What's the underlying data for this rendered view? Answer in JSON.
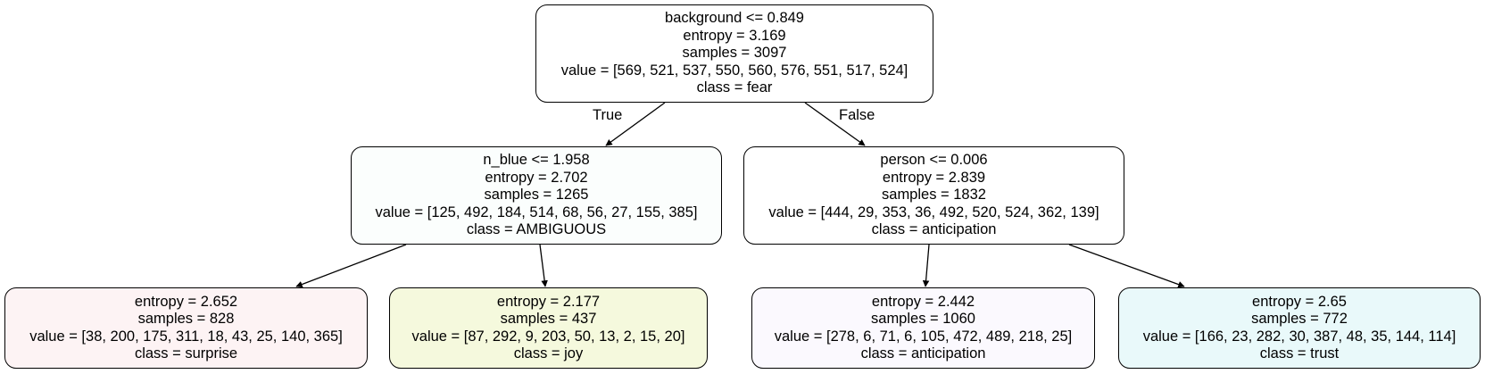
{
  "nodes": [
    {
      "id": "root",
      "color": "#ffffff",
      "lines": [
        "background <= 0.849",
        "entropy = 3.169",
        "samples = 3097",
        "value = [569, 521, 537, 550, 560, 576, 551, 517, 524]",
        "class = fear"
      ]
    },
    {
      "id": "left",
      "color": "#fbfefd",
      "lines": [
        "n_blue <= 1.958",
        "entropy = 2.702",
        "samples = 1265",
        "value = [125, 492, 184, 514, 68, 56, 27, 155, 385]",
        "class = AMBIGUOUS"
      ]
    },
    {
      "id": "right",
      "color": "#ffffff",
      "lines": [
        "person <= 0.006",
        "entropy = 2.839",
        "samples = 1832",
        "value = [444, 29, 353, 36, 492, 520, 524, 362, 139]",
        "class = anticipation"
      ]
    },
    {
      "id": "leaf1",
      "color": "#fdf3f4",
      "lines": [
        "entropy = 2.652",
        "samples = 828",
        "value = [38, 200, 175, 311, 18, 43, 25, 140, 365]",
        "class = surprise"
      ]
    },
    {
      "id": "leaf2",
      "color": "#f5f9dd",
      "lines": [
        "entropy = 2.177",
        "samples = 437",
        "value = [87, 292, 9, 203, 50, 13, 2, 15, 20]",
        "class = joy"
      ]
    },
    {
      "id": "leaf3",
      "color": "#fbf9fe",
      "lines": [
        "entropy = 2.442",
        "samples = 1060",
        "value = [278, 6, 71, 6, 105, 472, 489, 218, 25]",
        "class = anticipation"
      ]
    },
    {
      "id": "leaf4",
      "color": "#e9f9fa",
      "lines": [
        "entropy = 2.65",
        "samples = 772",
        "value = [166, 23, 282, 30, 387, 48, 35, 144, 114]",
        "class = trust"
      ]
    }
  ],
  "edges": [
    {
      "from": "root",
      "to": "left",
      "label": "True"
    },
    {
      "from": "root",
      "to": "right",
      "label": "False"
    },
    {
      "from": "left",
      "to": "leaf1",
      "label": ""
    },
    {
      "from": "left",
      "to": "leaf2",
      "label": ""
    },
    {
      "from": "right",
      "to": "leaf3",
      "label": ""
    },
    {
      "from": "right",
      "to": "leaf4",
      "label": ""
    }
  ]
}
